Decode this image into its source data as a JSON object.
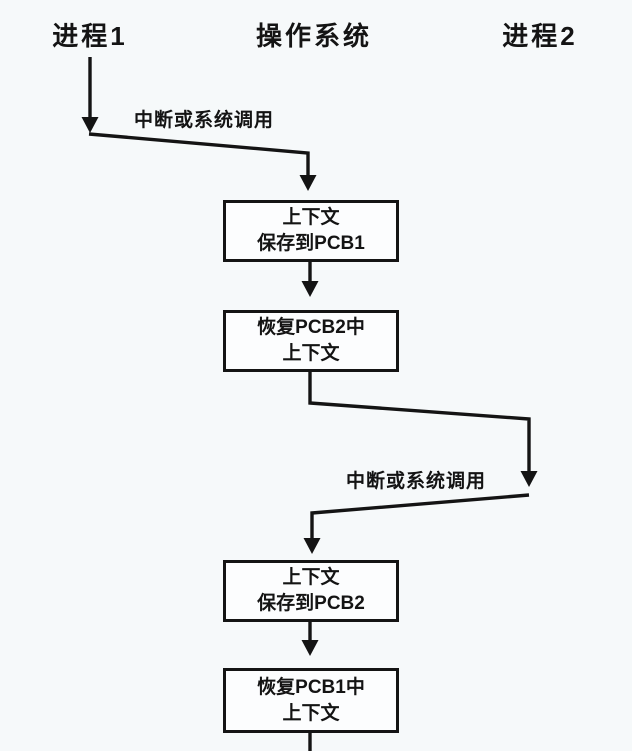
{
  "headers": {
    "process1": "进程1",
    "os": "操作系统",
    "process2": "进程2"
  },
  "labels": {
    "interrupt1": "中断或系统调用",
    "interrupt2": "中断或系统调用"
  },
  "boxes": {
    "save_pcb1": {
      "line1": "上下文",
      "line2": "保存到PCB1"
    },
    "restore_pcb2": {
      "line1": "恢复PCB2中",
      "line2": "上下文"
    },
    "save_pcb2": {
      "line1": "上下文",
      "line2": "保存到PCB2"
    },
    "restore_pcb1": {
      "line1": "恢复PCB1中",
      "line2": "上下文"
    }
  },
  "colors": {
    "background": "#f6f9fa",
    "box_fill": "#fcfdfe",
    "stroke": "#141414",
    "text": "#141414"
  }
}
